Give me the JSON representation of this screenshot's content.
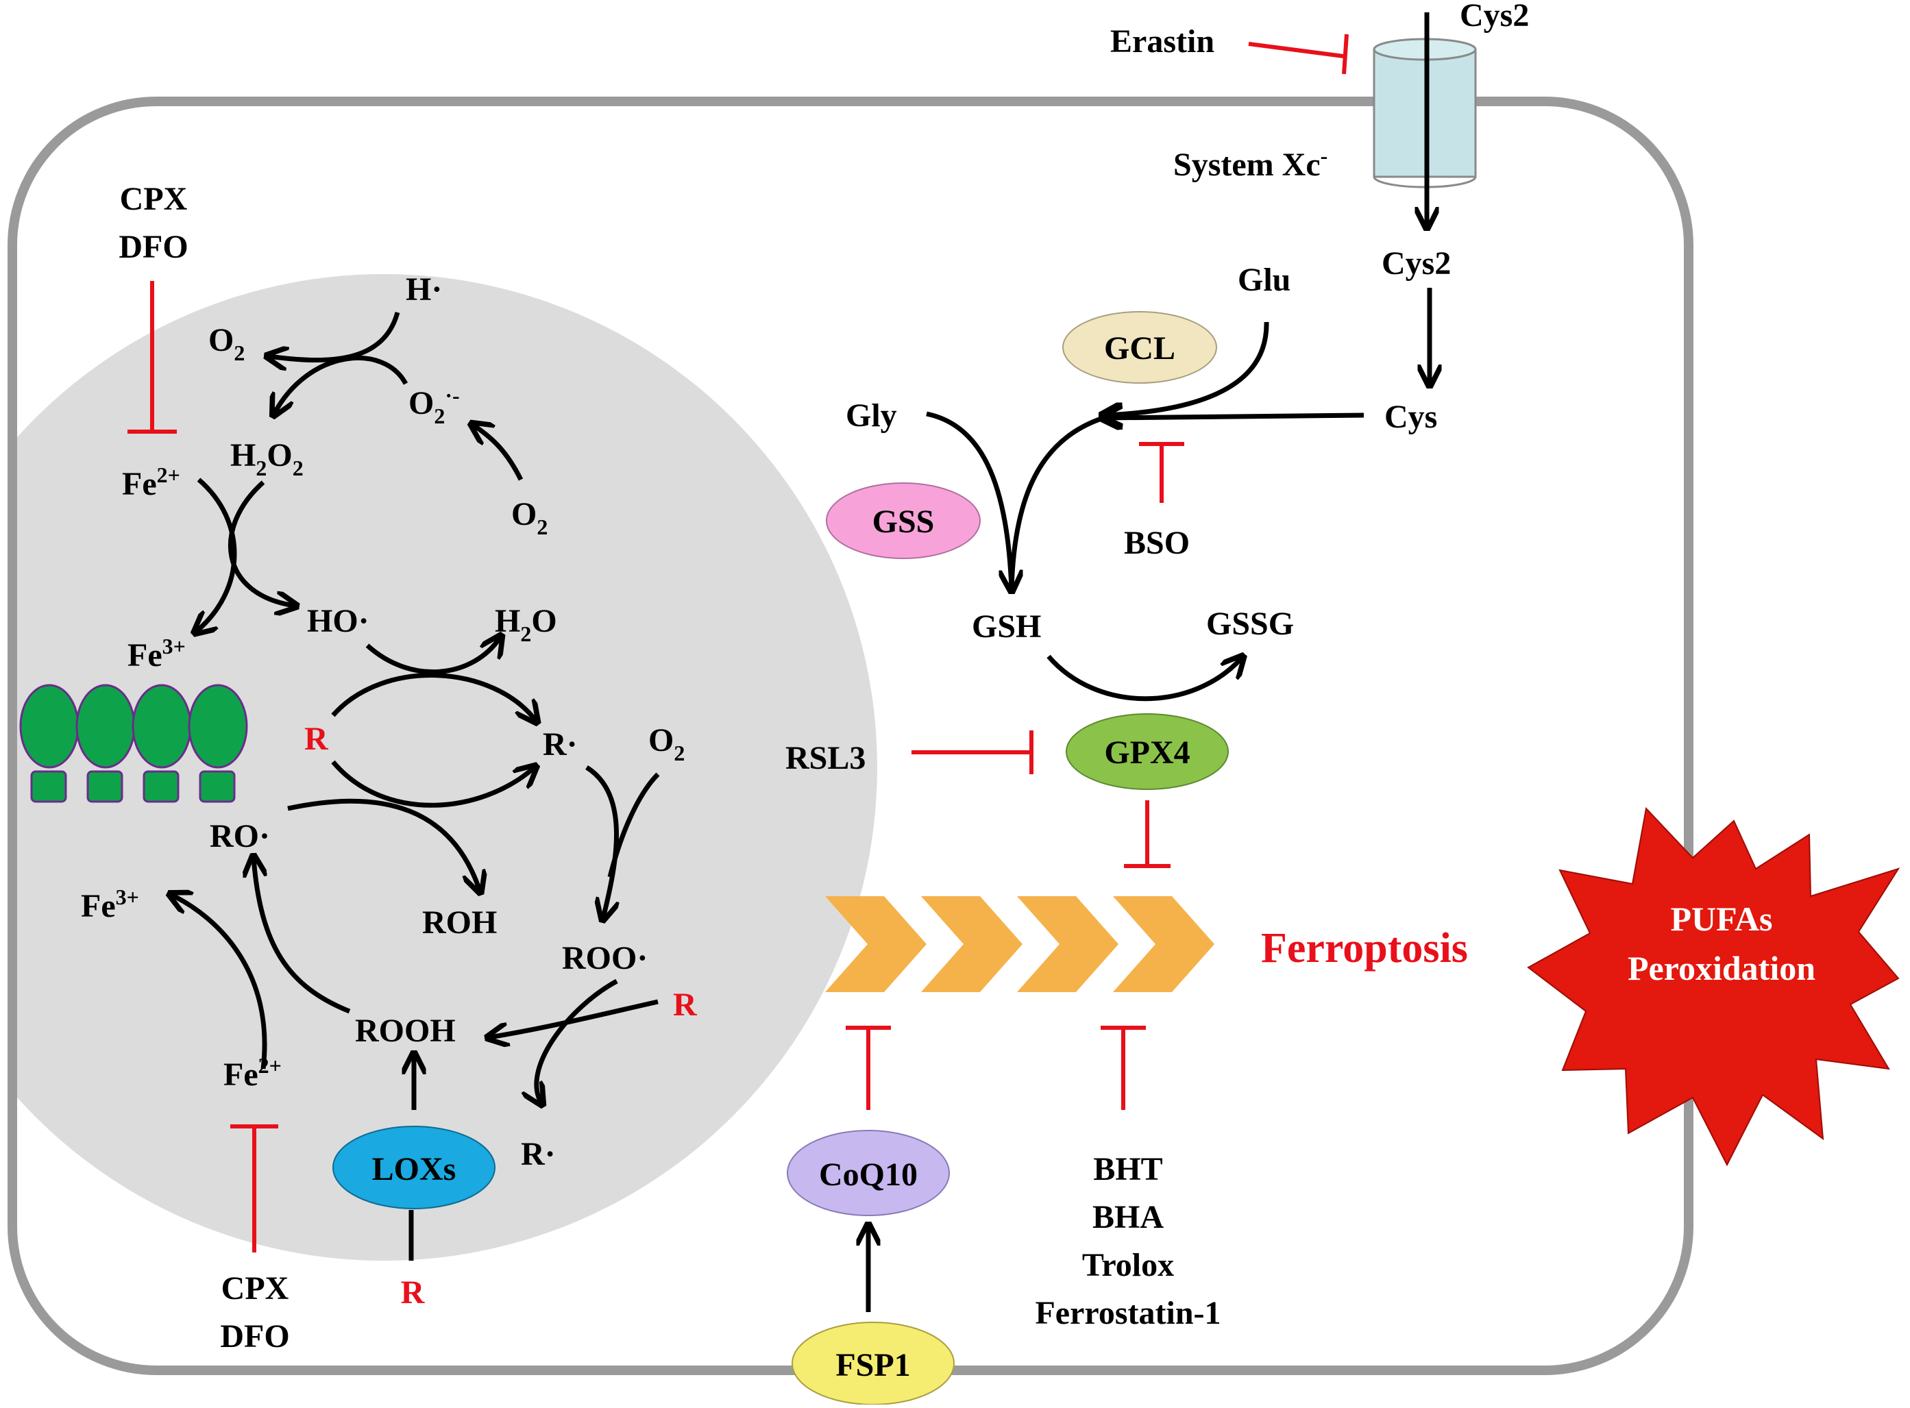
{
  "colors": {
    "inhibit": "#e8101a",
    "arrow": "#000000",
    "cell_border": "#9a9a9a",
    "nucleus": "#dcdcdc",
    "transporter": "#c6e3e8",
    "gcl": "#f1e6bf",
    "gss": "#f7a3d9",
    "gpx4": "#8bc34a",
    "loxs": "#1aa9e0",
    "coq10": "#c7b8f0",
    "fsp1": "#f5ec72",
    "chevron": "#f5b24a",
    "star": "#e3180e",
    "mito": "#0ea34a"
  },
  "icons": [
    "inhibition-bar-icon",
    "arrow-icon",
    "chevron-icon",
    "burst-star-icon",
    "mitochondria-icon",
    "transporter-icon"
  ],
  "transport": {
    "erastin": "Erastin",
    "cys2_out": "Cys2",
    "system_xc": "System Xc",
    "system_xc_sup": "-",
    "cys2_in": "Cys2",
    "cys": "Cys"
  },
  "gsh_pathway": {
    "glu": "Glu",
    "gly": "Gly",
    "gcl": "GCL",
    "gss": "GSS",
    "bso": "BSO",
    "gsh": "GSH",
    "gssg": "GSSG",
    "rsl3": "RSL3",
    "gpx4": "GPX4"
  },
  "outcome": {
    "ferroptosis": "Ferroptosis",
    "star_line1": "PUFAs",
    "star_line2": "Peroxidation"
  },
  "fsp1_axis": {
    "coq10": "CoQ10",
    "fsp1": "FSP1"
  },
  "antioxidants": [
    "BHT",
    "BHA",
    "Trolox",
    "Ferrostatin-1"
  ],
  "chelators_top": [
    "CPX",
    "DFO"
  ],
  "chelators_bottom": [
    "CPX",
    "DFO"
  ],
  "fenton": {
    "h_radical": "H·",
    "o2_a": "O",
    "o2_a_sub": "2",
    "superoxide": "O",
    "superoxide_sub": "2",
    "superoxide_sup": "·-",
    "o2_b": "O",
    "o2_b_sub": "2",
    "h2o2_h": "H",
    "h2o2_sub1": "2",
    "h2o2_o": "O",
    "h2o2_sub2": "2",
    "fe2_top": "Fe",
    "fe2_top_sup": "2+",
    "fe3_top": "Fe",
    "fe3_top_sup": "3+",
    "ho_radical": "HO·",
    "h2o_h": "H",
    "h2o_sub": "2",
    "h2o_o": "O"
  },
  "lipid_cycle": {
    "r_red_1": "R",
    "r_radical_1": "R·",
    "o2": "O",
    "o2_sub": "2",
    "ro_radical": "RO·",
    "roh": "ROH",
    "fe3_left": "Fe",
    "fe3_left_sup": "3+",
    "roo_radical": "ROO·",
    "r_red_2": "R",
    "rooh": "ROOH",
    "fe2_bottom": "Fe",
    "fe2_bottom_sup": "2+",
    "r_radical_2": "R·",
    "loxs": "LOXs",
    "r_red_3": "R"
  }
}
